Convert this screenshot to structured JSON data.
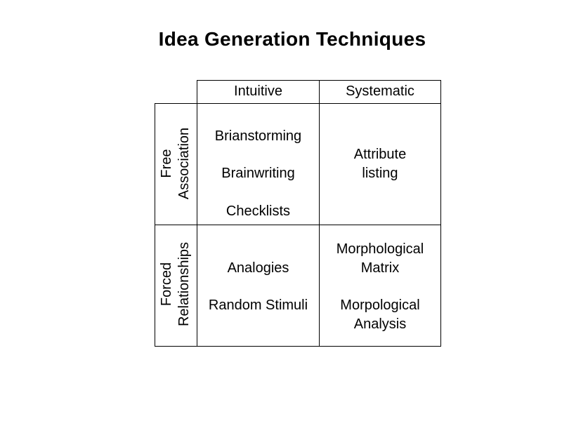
{
  "title": "Idea Generation Techniques",
  "columns": [
    "Intuitive",
    "Systematic"
  ],
  "rows": [
    {
      "label_line1": "Free",
      "label_line2": "Association"
    },
    {
      "label_line1": "Forced",
      "label_line2": "Relationships"
    }
  ],
  "cells": {
    "free_intuitive": [
      "Brianstorming",
      "Brainwriting",
      "Checklists"
    ],
    "free_systematic": [
      "Attribute",
      "listing"
    ],
    "forced_intuitive": [
      "Analogies",
      "Random Stimuli"
    ],
    "forced_systematic": [
      "Morphological",
      "Matrix",
      "Morpological",
      "Analysis"
    ]
  }
}
